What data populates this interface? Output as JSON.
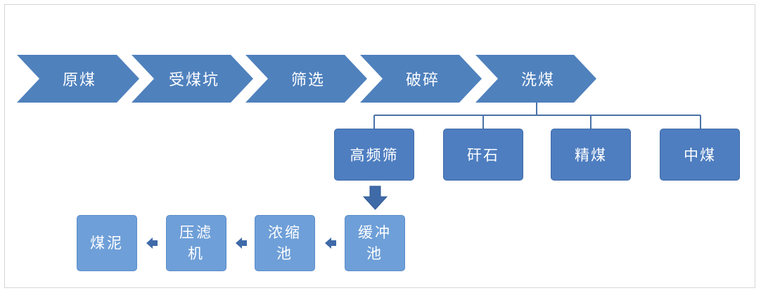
{
  "process_chain": [
    "原煤",
    "受煤坑",
    "筛选",
    "破碎",
    "洗煤"
  ],
  "wash_outputs": [
    "高频筛",
    "矸石",
    "精煤",
    "中煤"
  ],
  "slurry_chain": [
    "缓冲\n池",
    "浓缩\n池",
    "压滤\n机",
    "煤泥"
  ],
  "colors": {
    "chevron_fill": "#4f81bd",
    "box_dark": "#4e7ec0",
    "box_light": "#6e9fd8",
    "connector": "#4a72a8"
  }
}
